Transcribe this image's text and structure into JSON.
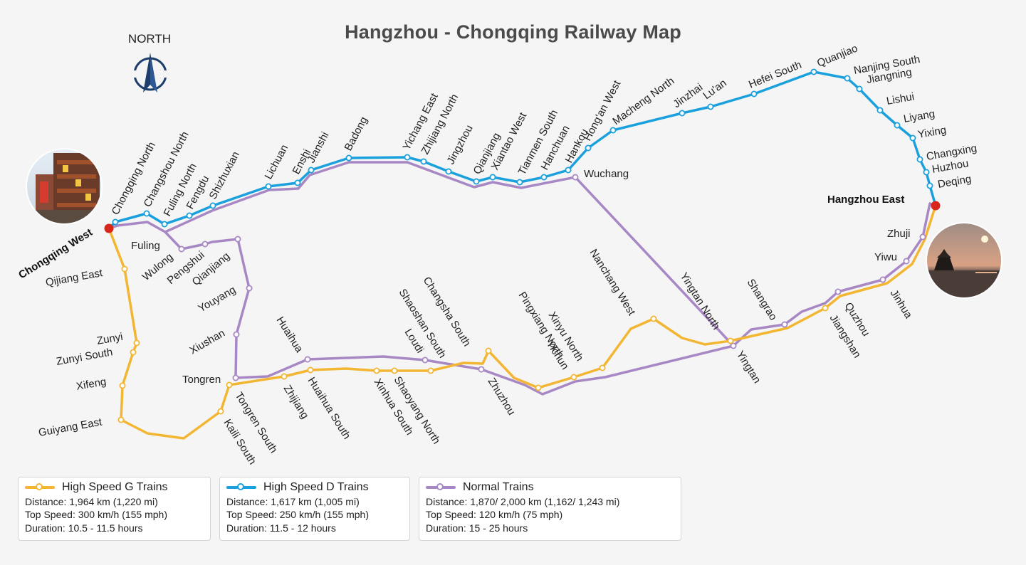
{
  "title": "Hangzhou - Chongqing Railway Map",
  "compass": {
    "label": "NORTH",
    "icon": "north-arrow-icon"
  },
  "colors": {
    "g_trains": "#f2b632",
    "d_trains": "#1aa0dc",
    "normal_trains": "#a888c4",
    "terminal": "#d9261c",
    "label": "#222222"
  },
  "terminals": {
    "origin": "Chongqing West",
    "destination": "Hangzhou East"
  },
  "stations": {
    "d_line": [
      "Chongqing North",
      "Changshou North",
      "Fuling North",
      "Fengdu",
      "Shizhuxian",
      "Lichuan",
      "Enshi",
      "Jianshi",
      "Badong",
      "Yichang East",
      "Zhijiang North",
      "Jingzhou",
      "Qianjiang",
      "Xiantao West",
      "Tianmen South",
      "Hanchuan",
      "Hankou",
      "Hong'an West",
      "Macheng North",
      "Jinzhai",
      "Lu'an",
      "Hefei South",
      "Quanjiao",
      "Nanjing South",
      "Jiangning",
      "Lishui",
      "Liyang",
      "Yixing",
      "Changxing",
      "Huzhou",
      "Deqing"
    ],
    "normal_line": [
      "Fuling",
      "Wulong",
      "Pengshui",
      "Qianjiang",
      "Youyang",
      "Xiushan",
      "Tongren",
      "Huaihua",
      "Loudi",
      "Zhuzhou",
      "Wuchang",
      "Yingtan",
      "Shangrao",
      "Quzhou",
      "Jinhua",
      "Yiwu",
      "Zhuji"
    ],
    "g_line": [
      "Qijiang East",
      "Zunyi",
      "Zunyi South",
      "Xifeng",
      "Guiyang East",
      "Kaili South",
      "Tongren South",
      "Zhijiang",
      "Huaihua South",
      "Xinhua South",
      "Shaoyang North",
      "Shaoshan South",
      "Changsha South",
      "Pingxiang North",
      "Yichun",
      "Xinyu North",
      "Nanchang West",
      "Yingtan North",
      "Jiangshan"
    ]
  },
  "legend": [
    {
      "key": "g",
      "name": "High Speed G Trains",
      "distance": "Distance: 1,964 km (1,220 mi)",
      "speed": "Top Speed: 300 km/h (155 mph)",
      "duration": "Duration: 10.5 - 11.5 hours"
    },
    {
      "key": "d",
      "name": "High Speed D Trains",
      "distance": "Distance: 1,617 km (1,005 mi)",
      "speed": "Top Speed: 250 km/h (155 mph)",
      "duration": "Duration: 11.5 - 12 hours"
    },
    {
      "key": "n",
      "name": "Normal Trains",
      "distance": "Distance: 1,870/ 2,000 km (1,162/ 1,243 mi)",
      "speed": "Top Speed: 120 km/h (75 mph)",
      "duration": "Duration: 15 - 25 hours"
    }
  ]
}
